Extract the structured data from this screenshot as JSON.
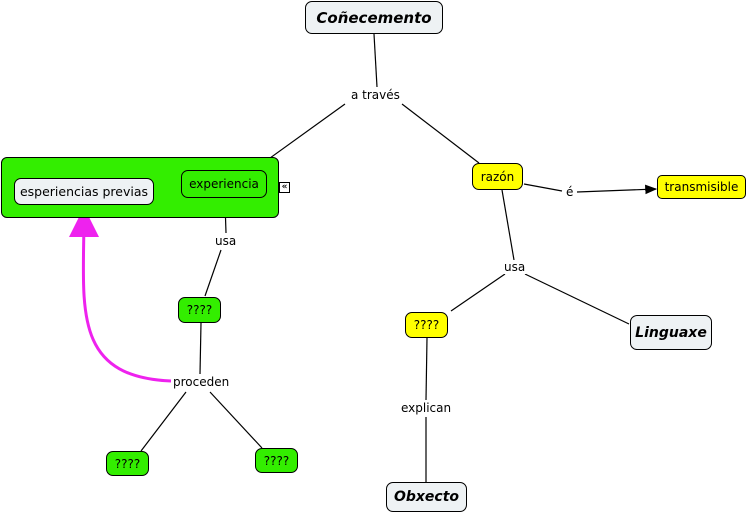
{
  "concepts": {
    "conecemento": "Coñecemento",
    "razon": "razón",
    "transmisible": "transmisible",
    "linguaxe": "Linguaxe",
    "q_yellow": "????",
    "obxecto": "Obxecto",
    "experiencia": "experiencia",
    "esperiencias_previas": "esperiencias previas",
    "q_green_mid": "????",
    "q_green_left": "????",
    "q_green_right": "????"
  },
  "link_phrases": {
    "a_traves": "a través",
    "e": "é",
    "usa_right": "usa",
    "explican": "explican",
    "usa_left": "usa",
    "proceden": "proceden"
  },
  "collapse_toggle": "«",
  "colors": {
    "main_fill": "#eef2f4",
    "yellow_fill": "#ffff00",
    "green_fill": "#33ee00",
    "highlight_link": "#ee22ee",
    "line": "#000000"
  },
  "icons": {
    "collapse_toggle": "double-chevron-left-icon",
    "arrowhead": "arrowhead-icon"
  }
}
